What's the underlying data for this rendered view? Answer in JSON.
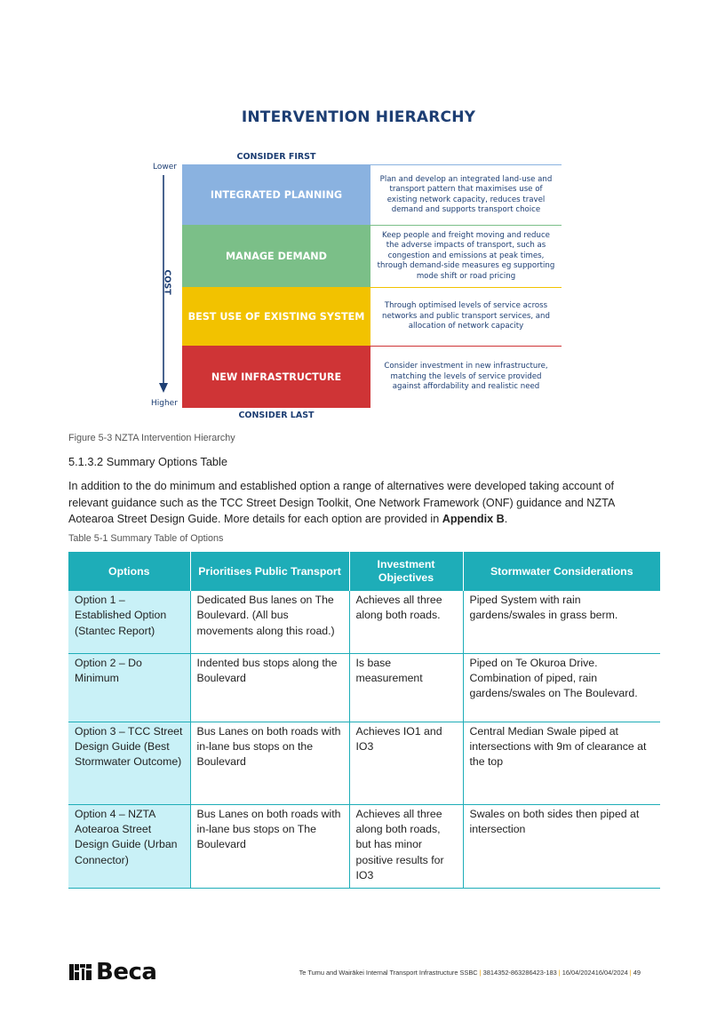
{
  "figure": {
    "title": "INTERVENTION HIERARCHY",
    "consider_first": "CONSIDER FIRST",
    "consider_last": "CONSIDER LAST",
    "axis": {
      "lower": "Lower",
      "higher": "Higher",
      "label": "COST"
    },
    "bands": [
      {
        "label": "INTEGRATED PLANNING",
        "color": "#8ab2e0",
        "description": "Plan and develop an integrated land-use and transport pattern that maximises use of existing network capacity, reduces travel demand and supports transport choice"
      },
      {
        "label": "MANAGE DEMAND",
        "color": "#7bbf88",
        "description": "Keep people and freight moving and reduce the adverse impacts of transport, such as congestion and emissions at peak times, through demand-side measures eg supporting mode shift or road pricing"
      },
      {
        "label": "BEST USE OF EXISTING SYSTEM",
        "color": "#f2c200",
        "description": "Through optimised levels of service across networks and public transport services, and allocation of network capacity"
      },
      {
        "label": "NEW INFRASTRUCTURE",
        "color": "#cf3436",
        "description": "Consider investment in new infrastructure, matching the levels of service provided against affordability and realistic need"
      }
    ],
    "caption": "Figure 5-3 NZTA Intervention Hierarchy"
  },
  "section": {
    "heading": "5.1.3.2  Summary Options Table",
    "paragraph_main": "In addition to the do minimum and established option a range of alternatives were developed taking account of relevant guidance such as the TCC Street Design Toolkit, One Network Framework (ONF) guidance and NZTA Aotearoa Street Design Guide. More details for each option are provided in ",
    "paragraph_bold": "Appendix B",
    "paragraph_end": "."
  },
  "table": {
    "caption": "Table 5-1 Summary Table of Options",
    "headers": [
      "Options",
      "Prioritises Public Transport",
      "Investment Objectives",
      "Stormwater Considerations"
    ],
    "rows": [
      [
        "Option 1 – Established Option (Stantec Report)",
        "Dedicated Bus lanes on The Boulevard. (All bus movements along this road.)",
        "Achieves all three along both roads.",
        "Piped System with rain gardens/swales in grass berm."
      ],
      [
        "Option 2 – Do Minimum",
        "Indented bus stops along the Boulevard",
        "Is base measurement",
        "Piped on Te Okuroa Drive. Combination of piped, rain gardens/swales on The Boulevard."
      ],
      [
        "Option 3 – TCC Street Design Guide (Best Stormwater Outcome)",
        "Bus Lanes on both roads with in-lane bus stops on the Boulevard",
        "Achieves IO1 and IO3",
        "Central Median Swale piped at intersections with 9m of clearance at the top"
      ],
      [
        "Option 4 – NZTA Aotearoa Street Design Guide (Urban Connector)",
        "Bus Lanes on both roads with in-lane bus stops on The Boulevard",
        "Achieves all three along both roads, but has minor positive results for IO3",
        "Swales on both sides then piped at intersection"
      ]
    ],
    "header_color": "#1eadb8",
    "first_col_color": "#c9f1f7"
  },
  "footer": {
    "logo": "Beca",
    "project": "Te Tumu and Wairākei Internal Transport Infrastructure SSBC",
    "doc_ref": "3814352-863286423-183",
    "date": "16/04/202416/04/2024",
    "page": "49"
  }
}
